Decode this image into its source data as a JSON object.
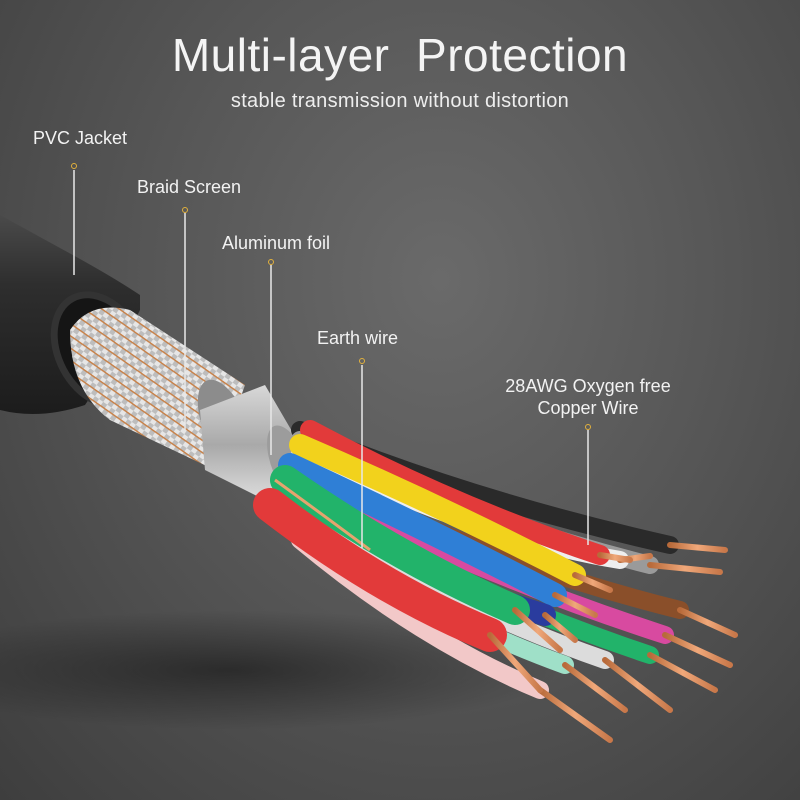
{
  "header": {
    "title": "Multi-layer  Protection",
    "subtitle": "stable transmission without distortion"
  },
  "callouts": {
    "pvc_jacket": "PVC Jacket",
    "braid_screen": "Braid Screen",
    "aluminum_foil": "Aluminum foil",
    "earth_wire": "Earth wire",
    "copper_wire_line1": "28AWG Oxygen free",
    "copper_wire_line2": "Copper Wire"
  },
  "colors": {
    "jacket": "#2b2b2b",
    "braid": "#c9c9c9",
    "braid_copper": "#d08a4a",
    "foil": "#b8b8b8",
    "copper": "#d9895a",
    "callout_dot": "#e2b13c",
    "wire_red": "#e23a3a",
    "wire_yellow": "#f2d21c",
    "wire_blue": "#2f7fd6",
    "wire_green": "#22b36a",
    "wire_white": "#eeeeee",
    "wire_gray": "#9a9a9a",
    "wire_brown": "#8a4f2a",
    "wire_pink": "#d84aa0",
    "wire_navy": "#2a3c9e",
    "wire_black": "#2a2a2a"
  }
}
